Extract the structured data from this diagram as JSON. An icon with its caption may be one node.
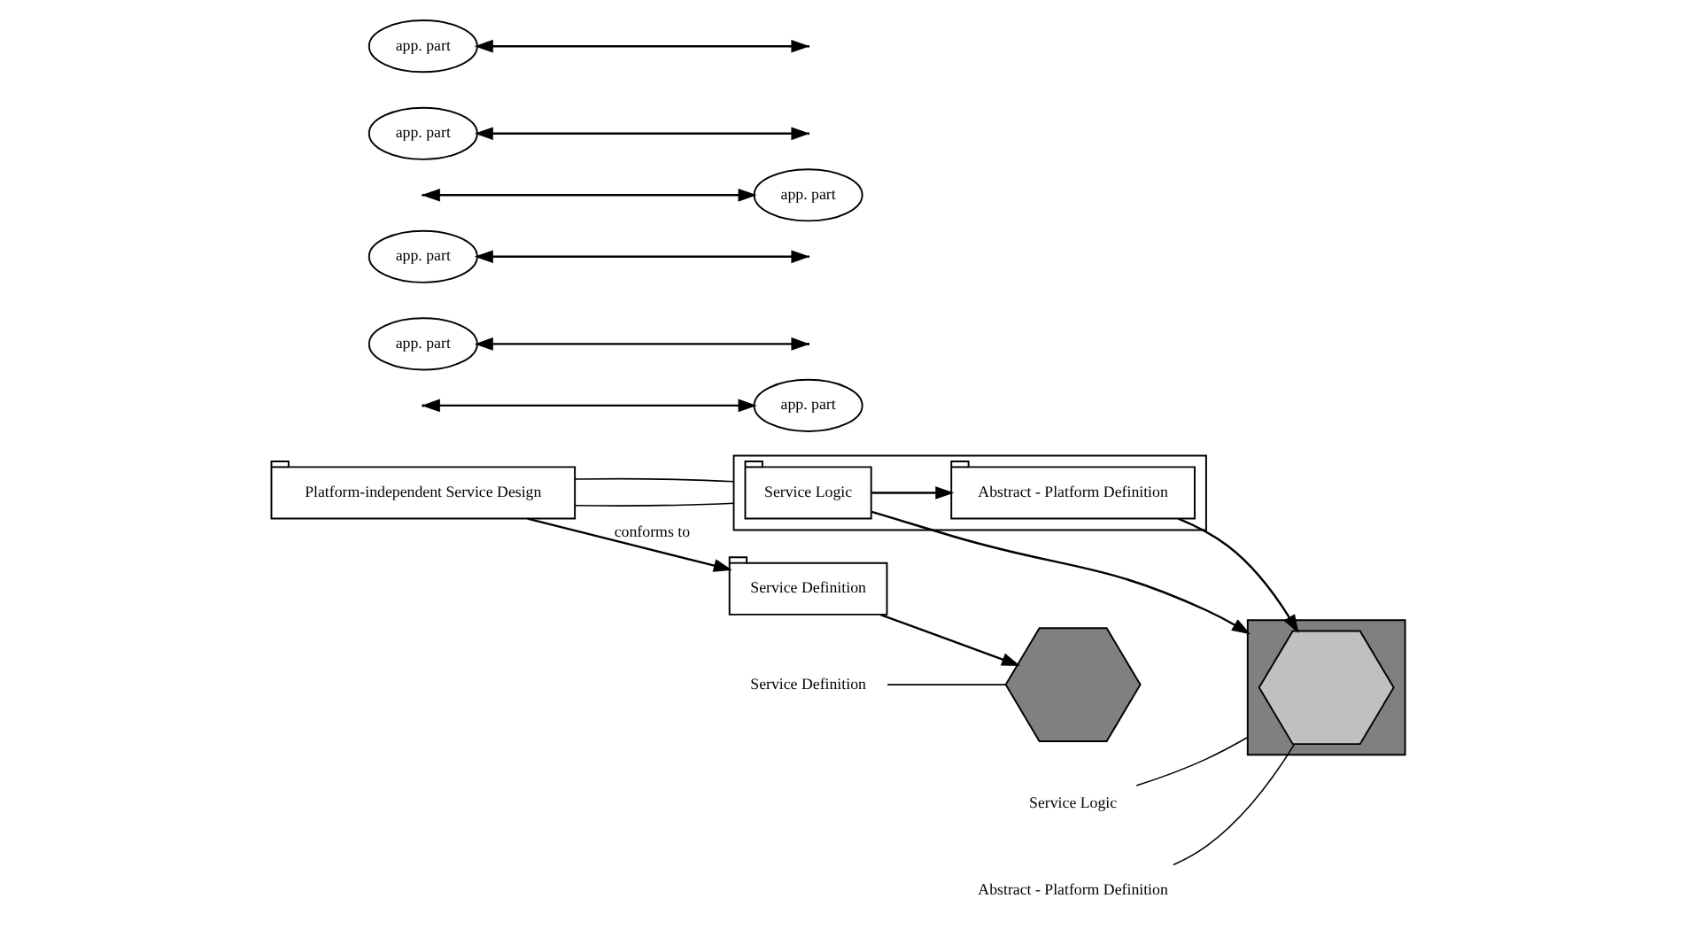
{
  "diagram": {
    "nodes": [
      {
        "text": [
          "Service Definition"
        ]
      },
      {
        "text": [],
        "shape": "hexagon"
      },
      {
        "text": [
          "app. part"
        ]
      },
      {
        "text": [
          "app. part"
        ]
      },
      {
        "text": [
          "app. part"
        ]
      },
      {
        "text": [
          "Service Definition"
        ]
      },
      {
        "text": [
          "Platform-independent Service Design"
        ]
      },
      {
        "text": [],
        "shape": "box"
      },
      {
        "text": [
          "Service Logic"
        ],
        "in": 7
      },
      {
        "text": [
          "Abstract - Platform Definition"
        ],
        "in": 7
      },
      {
        "text": [],
        "shape": "hexagon"
      },
      {
        "text": [],
        "shape": "hexagon",
        "in": 10
      },
      {
        "text": [
          "app. part"
        ]
      },
      {
        "text": [
          "app. part"
        ]
      },
      {
        "text": [
          "app. part"
        ]
      },
      {
        "text": [
          "Service Logic"
        ]
      },
      {
        "text": [
          "Abstract - Platform Definition"
        ]
      }
    ],
    "edges": [
      {
        "from": 0,
        "to": 1,
        "arrow": "to"
      },
      {
        "from": 6,
        "to": 0,
        "arrow": "to",
        "label": "conforms to"
      },
      {
        "from": 6,
        "to": 7,
        "arrow": "none"
      },
      {
        "from": 6,
        "to": 7,
        "arrow": "none"
      },
      {
        "from": 8,
        "to": 9,
        "arrow": "to"
      },
      {
        "from": 8,
        "to": 10,
        "arrow": "to"
      },
      {
        "from": 9,
        "to": 11,
        "arrow": "to"
      },
      {
        "from": 5,
        "to": 1,
        "arrow": "none"
      },
      {
        "from": 15,
        "to": 10,
        "arrow": "none"
      },
      {
        "from": 16,
        "to": 11,
        "arrow": "none"
      },
      {
        "from": null,
        "to": 2,
        "arrow": "both"
      },
      {
        "from": 3,
        "to": null,
        "arrow": "both"
      },
      {
        "from": 4,
        "to": null,
        "arrow": "both"
      },
      {
        "from": null,
        "to": 12,
        "arrow": "both"
      },
      {
        "from": 13,
        "to": null,
        "arrow": "both"
      },
      {
        "from": 14,
        "to": null,
        "arrow": "both"
      }
    ]
  }
}
